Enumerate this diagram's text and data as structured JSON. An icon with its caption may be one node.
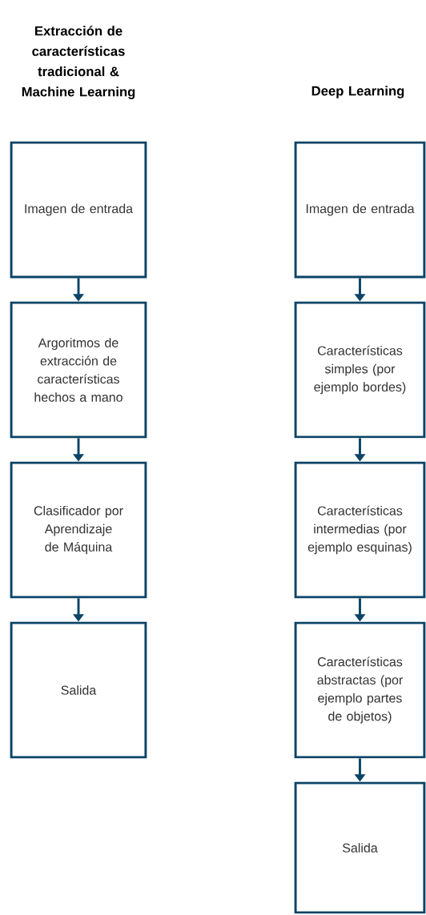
{
  "diagram": {
    "nodes": [
      {
        "text": [
          "Imagen de entrada"
        ]
      },
      {
        "text": [
          "Argoritmos de extracción de características hechos a mano"
        ]
      },
      {
        "text": [
          "Clasificador por Aprendizaje de Máquina"
        ]
      },
      {
        "text": [
          "Salida"
        ]
      },
      {
        "text": [
          "Imagen de entrada"
        ]
      },
      {
        "text": [
          "Características simples (por ejemplo bordes)"
        ]
      },
      {
        "text": [
          "Características intermedias (por ejemplo esquinas)"
        ]
      },
      {
        "text": [
          "Características abstractas (por ejemplo partes de objetos)"
        ]
      },
      {
        "text": [
          "Salida"
        ]
      }
    ],
    "edges": [
      {
        "from": 0,
        "to": 1,
        "arrow": "to"
      },
      {
        "from": 1,
        "to": 2,
        "arrow": "to"
      },
      {
        "from": 2,
        "to": 3,
        "arrow": "to"
      },
      {
        "from": 4,
        "to": 5,
        "arrow": "to"
      },
      {
        "from": 5,
        "to": 6,
        "arrow": "to"
      },
      {
        "from": 6,
        "to": 7,
        "arrow": "to"
      },
      {
        "from": 7,
        "to": 8,
        "arrow": "to"
      }
    ],
    "labels": [
      "Extracción de características tradicional & Machine Learning",
      "Deep Learning"
    ]
  }
}
